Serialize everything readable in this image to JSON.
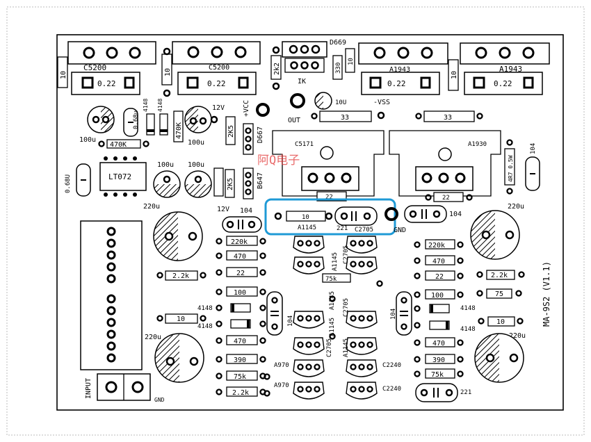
{
  "board": {
    "name": "MA-9S2 (V1.1)",
    "watermark": "阿Q电子",
    "colors": {
      "ink": "#000000",
      "highlight": "#1f9ad6",
      "watermark": "#e23a3a",
      "hatch": "#000000"
    }
  },
  "top_row": {
    "left_transistor": "C5200",
    "left_resistor": "10",
    "left_resistor2": "10",
    "left_emitter": "0.22",
    "center_transistor": "C5200",
    "center_emitter": "0.22",
    "res_2k2": "2k2",
    "ik": "IK",
    "res_330": "330",
    "res_10": "10",
    "d669": "D669",
    "right_a1943_a": "A1943",
    "right_emitter_a": "0.22",
    "right_res_10": "10",
    "right_a1943_b": "A1943",
    "right_emitter_b": "0.22"
  },
  "upper_left": {
    "cap_100u_a": "100u",
    "res_470k_a": "470K",
    "res_0_68u": "0.68u",
    "d4148_a": "4148",
    "d4148_b": "4148",
    "res_470k_b": "470K",
    "cap_100u_b": "100u",
    "v12_top": "12V",
    "vcc": "+VCC",
    "res_2k5_a": "2K5",
    "d667": "D667",
    "opamp": "LT072",
    "cap_0_68u": "0.68U",
    "cap_100u_c": "100u",
    "cap_100u_d": "100u",
    "res_2k5_b": "2K5",
    "b647": "B647",
    "v12_bottom": "12V"
  },
  "center": {
    "out": "OUT",
    "cap_10u": "10U",
    "vss": "-VSS",
    "res_33_a": "33",
    "res_33_b": "33",
    "c5171": "C5171",
    "a1930": "A1930",
    "res_22_a": "22",
    "res_22_b": "22",
    "res_10": "10",
    "a1145": "A1145",
    "r221": "221",
    "c2705": "C2705",
    "gnd": "GND",
    "cap_104_left": "104",
    "cap_104_right": "104",
    "res_4r7": "4R7 0.5W",
    "cap_104_far": "104"
  },
  "left_channel": {
    "cap_220u_top": "220u",
    "cap_220u_bottom": "220u",
    "res_220k": "220k",
    "res_470_a": "470",
    "res_22": "22",
    "res_2_2k_a": "2.2k",
    "res_100": "100",
    "d4148_a": "4148",
    "d4148_b": "4148",
    "res_10": "10",
    "res_470_b": "470",
    "res_390": "390",
    "res_75k": "75k",
    "res_2_2k_b": "2.2k",
    "a970_a": "A970",
    "a970_b": "A970",
    "cap_104": "104",
    "input": "INPUT",
    "gnd": "GND"
  },
  "middle_column": {
    "a1145_a": "A1145",
    "res_75k": "75k",
    "c2705_a": "C2705",
    "a1145_b": "A1145",
    "a1145_c": "A1145",
    "c2705_b": "C2705",
    "c2705_c": "C2705",
    "a1145_d": "A1145",
    "c2240_a": "C2240",
    "c2240_b": "C2240",
    "label_4148": "4148"
  },
  "right_channel": {
    "cap_220u_top": "220u",
    "cap_220u_bottom": "220u",
    "res_220k": "220k",
    "res_470_a": "470",
    "res_22": "22",
    "res_2_2k": "2.2k",
    "res_100": "100",
    "res_75": "75",
    "d4148_a": "4148",
    "d4148_b": "4148",
    "res_10": "10",
    "res_470_b": "470",
    "res_390": "390",
    "res_75k": "75k",
    "cap_104": "104",
    "r221": "221"
  }
}
